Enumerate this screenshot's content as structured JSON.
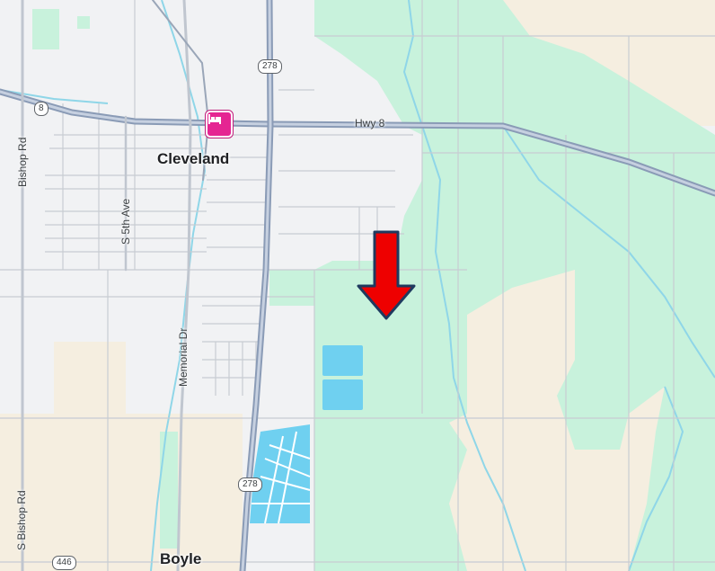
{
  "map": {
    "places": [
      {
        "name": "Cleveland",
        "kind": "city"
      },
      {
        "name": "Boyle",
        "kind": "town"
      }
    ],
    "highways": [
      {
        "label": "Hwy 8",
        "shield": "8"
      },
      {
        "label": "",
        "shield": "278"
      },
      {
        "label": "",
        "shield": "446"
      }
    ],
    "shields": {
      "us278_top": "278",
      "us278_bottom": "278",
      "hwy8": "8",
      "hwy446": "446"
    },
    "streets": {
      "hwy8_label": "Hwy 8",
      "bishop_rd": "Bishop Rd",
      "s_5th_ave": "S 5th Ave",
      "memorial_dr": "Memorial Dr",
      "s_bishop_rd": "S Bishop Rd"
    },
    "pois": [
      {
        "category": "hotel",
        "icon": "bed-icon",
        "color": "#e52592"
      }
    ],
    "marker": {
      "type": "arrow",
      "color": "#ee0000",
      "outline": "#1f3a5f",
      "pointing": "down"
    },
    "colors": {
      "land": "#f1f2f4",
      "park": "#c8f2dc",
      "farmland": "#f5eee0",
      "water": "#6fd0f0",
      "stream": "#8fd6e8",
      "highway": "#8a9bb6",
      "road": "#ffffff"
    }
  }
}
